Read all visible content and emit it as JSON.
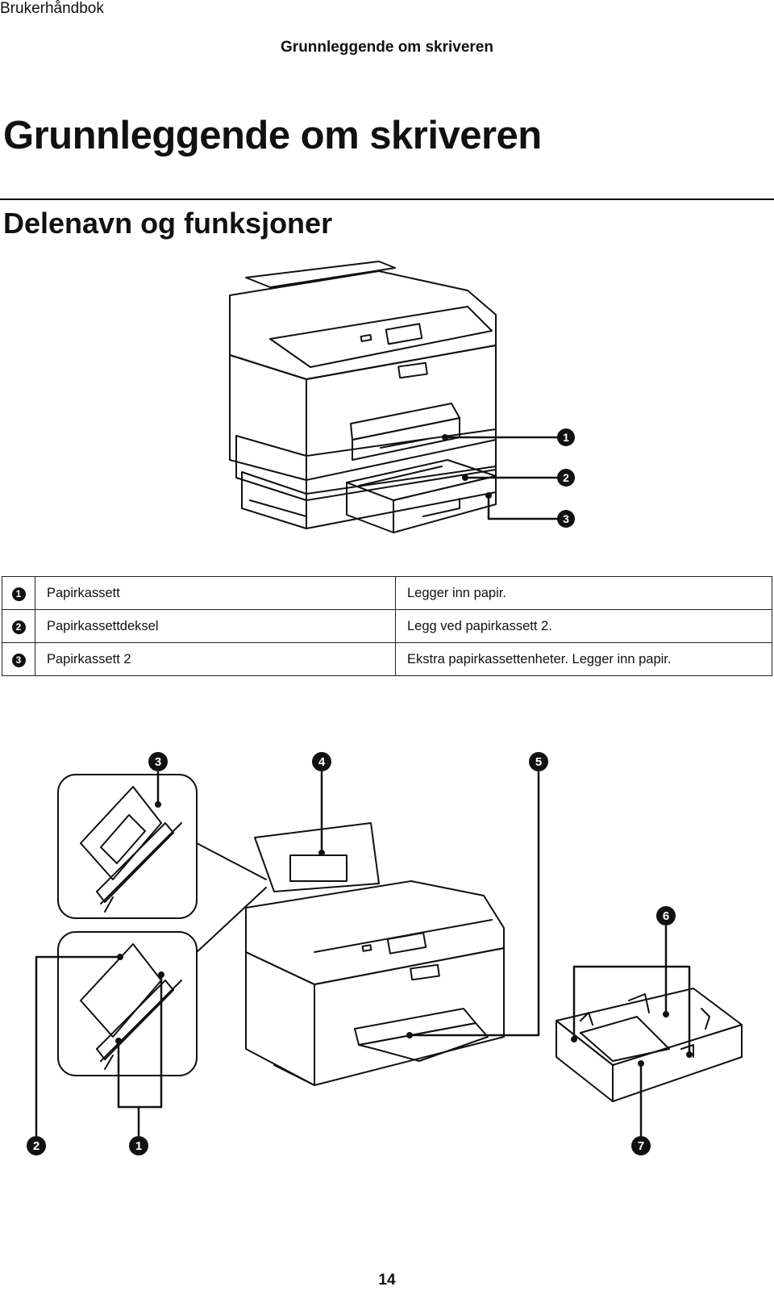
{
  "header": {
    "running_head": "Brukerhåndbok",
    "section": "Grunnleggende om skriveren"
  },
  "page_title": "Grunnleggende om skriveren",
  "subheading": "Delenavn og funksjoner",
  "figure_1": {
    "callouts": [
      "1",
      "2",
      "3"
    ]
  },
  "parts_table": [
    {
      "num": "1",
      "name": "Papirkassett",
      "description": "Legger inn papir."
    },
    {
      "num": "2",
      "name": "Papirkassettdeksel",
      "description": "Legg ved papirkassett 2."
    },
    {
      "num": "3",
      "name": "Papirkassett 2",
      "description": "Ekstra papirkassettenheter. Legger inn papir."
    }
  ],
  "figure_2": {
    "callouts": [
      "3",
      "4",
      "5",
      "6",
      "2",
      "1",
      "7"
    ]
  },
  "page_number": "14"
}
